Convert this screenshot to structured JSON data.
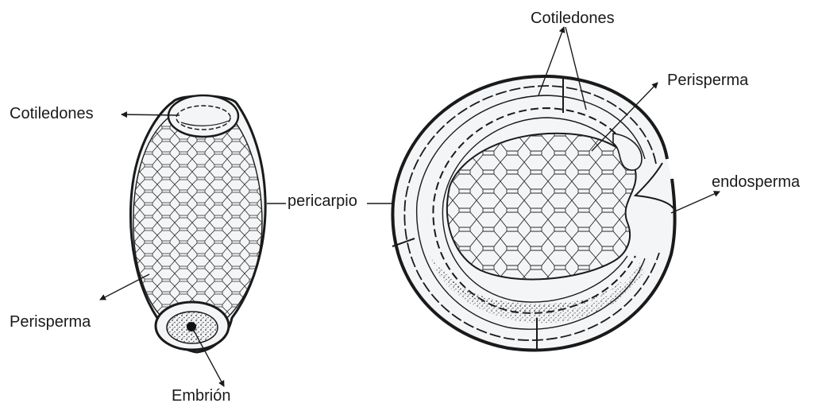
{
  "labels": {
    "cotiledones_left": "Cotiledones",
    "perisperma_left": "Perisperma",
    "embrion": "Embrión",
    "pericarpio": "pericarpio",
    "cotiledones_right": "Cotiledones",
    "perisperma_right": "Perisperma",
    "endosperma": "endosperma"
  },
  "colors": {
    "ink": "#1a1a1a",
    "tissue": "#f3f5f6",
    "stipple": "#3c3c3c",
    "background": "#ffffff"
  }
}
